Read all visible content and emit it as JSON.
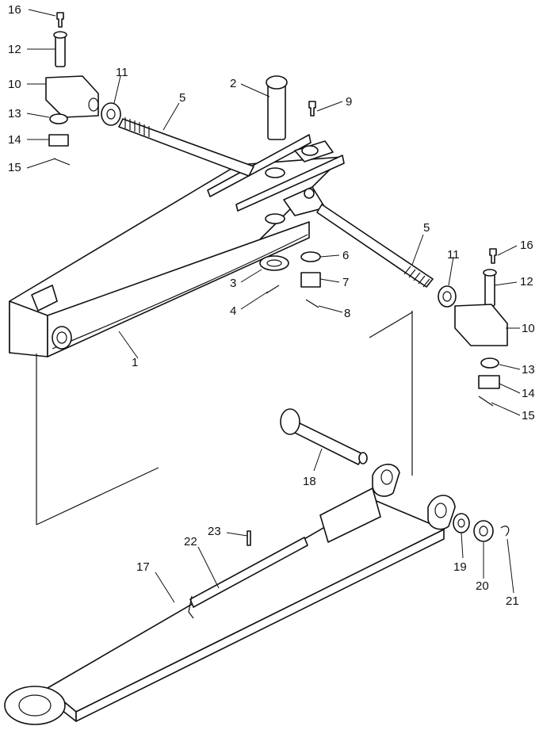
{
  "callouts": {
    "c1": "1",
    "c2": "2",
    "c3": "3",
    "c4": "4",
    "c5a": "5",
    "c5b": "5",
    "c6": "6",
    "c7": "7",
    "c8": "8",
    "c9": "9",
    "c10a": "10",
    "c10b": "10",
    "c11a": "11",
    "c11b": "11",
    "c12a": "12",
    "c12b": "12",
    "c13a": "13",
    "c13b": "13",
    "c14a": "14",
    "c14b": "14",
    "c15a": "15",
    "c15b": "15",
    "c16a": "16",
    "c16b": "16",
    "c17": "17",
    "c18": "18",
    "c19": "19",
    "c20": "20",
    "c21": "21",
    "c22": "22",
    "c23": "23"
  },
  "colors": {
    "ink": "#111111",
    "paper": "#ffffff"
  }
}
